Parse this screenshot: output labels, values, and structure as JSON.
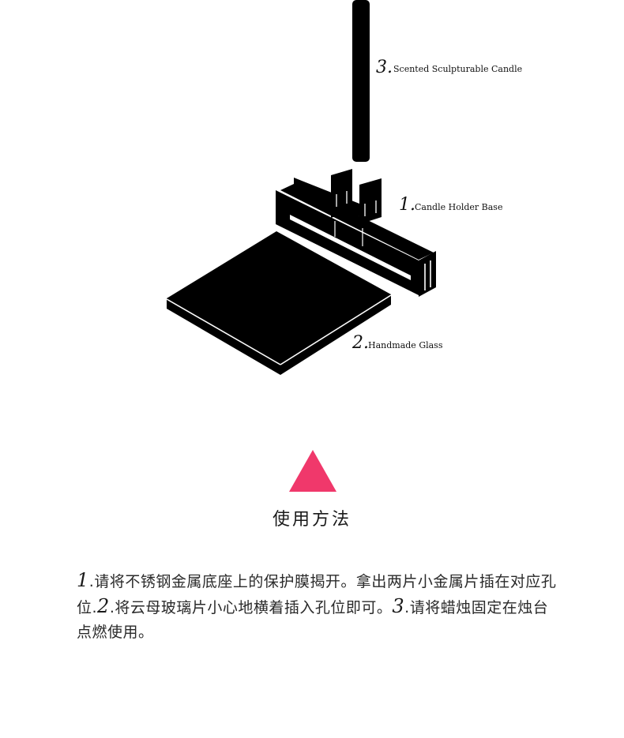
{
  "diagram": {
    "parts": [
      {
        "number": "3.",
        "label": "Scented Sculpturable Candle"
      },
      {
        "number": "1.",
        "label": "Candle Holder Base"
      },
      {
        "number": "2.",
        "label": "Handmade Glass"
      }
    ]
  },
  "colors": {
    "accent": "#f0386b",
    "ink": "#000000"
  },
  "section": {
    "title": "使用方法"
  },
  "instructions": [
    {
      "number": "1",
      "text": ".请将不锈钢金属底座上的保护膜揭开。拿出两片小金属片插在对应孔位."
    },
    {
      "number": "2",
      "text": ".将云母玻璃片小心地横着插入孔位即可。"
    },
    {
      "number": "3",
      "text": ".请将蜡烛固定在烛台点燃使用。"
    }
  ]
}
